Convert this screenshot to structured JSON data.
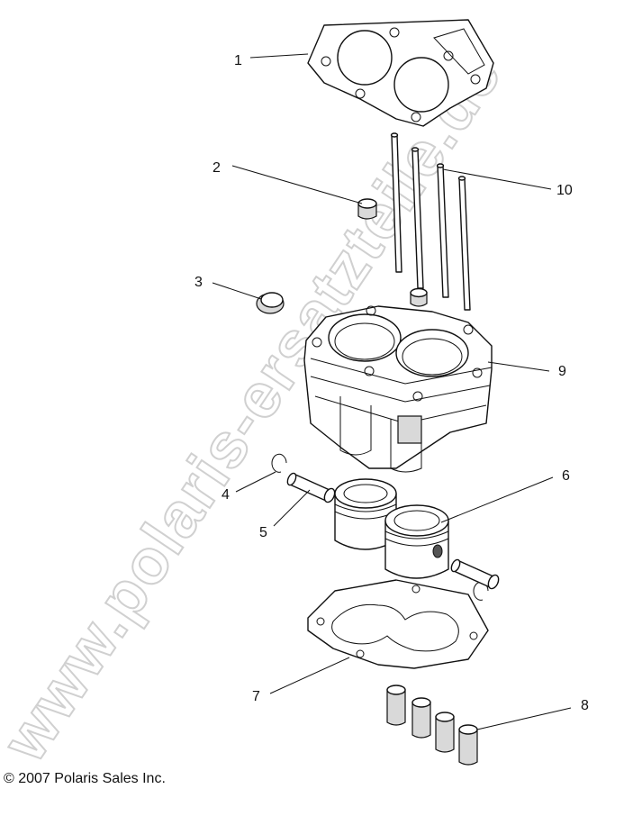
{
  "watermark": "www.polaris-ersatzteile.de",
  "copyright": "© 2007 Polaris Sales Inc.",
  "callouts": {
    "c1": "1",
    "c2": "2",
    "c3": "3",
    "c4": "4",
    "c5": "5",
    "c6": "6",
    "c7": "7",
    "c8": "8",
    "c9": "9",
    "c10": "10"
  }
}
